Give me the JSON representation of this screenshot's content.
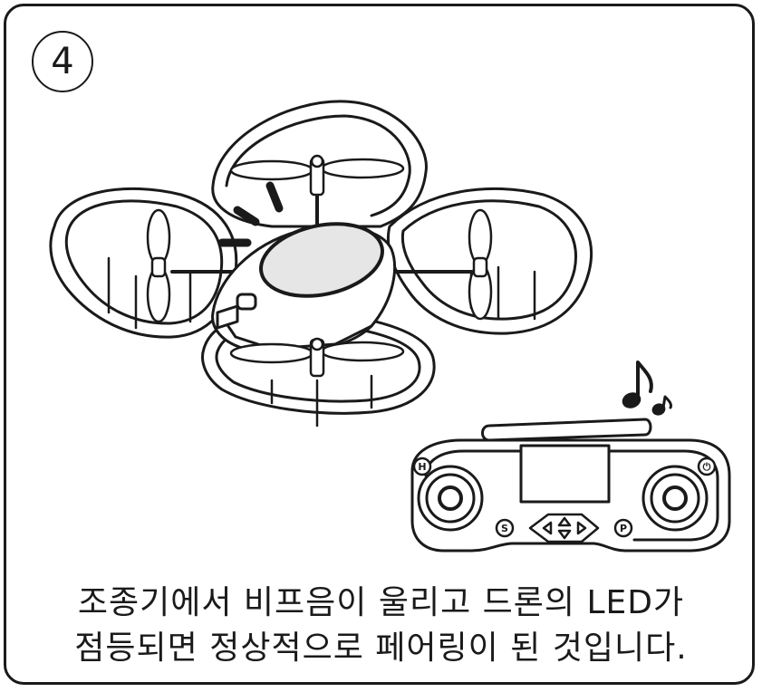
{
  "step": {
    "number": "4"
  },
  "illustration": {
    "drone": "drone-illustration",
    "controller": "remote-controller-illustration",
    "beep": "music-note-icon",
    "buttons": {
      "left": "H",
      "right": "⏻",
      "speed": "S",
      "photo": "P"
    }
  },
  "caption": {
    "line1": "조종기에서 비프음이 울리고 드론의 LED가",
    "line2": "점등되면 정상적으로 페어링이 된 것입니다."
  },
  "colors": {
    "stroke": "#1a1a1a",
    "led": "#e6e6e6",
    "background": "#ffffff"
  }
}
